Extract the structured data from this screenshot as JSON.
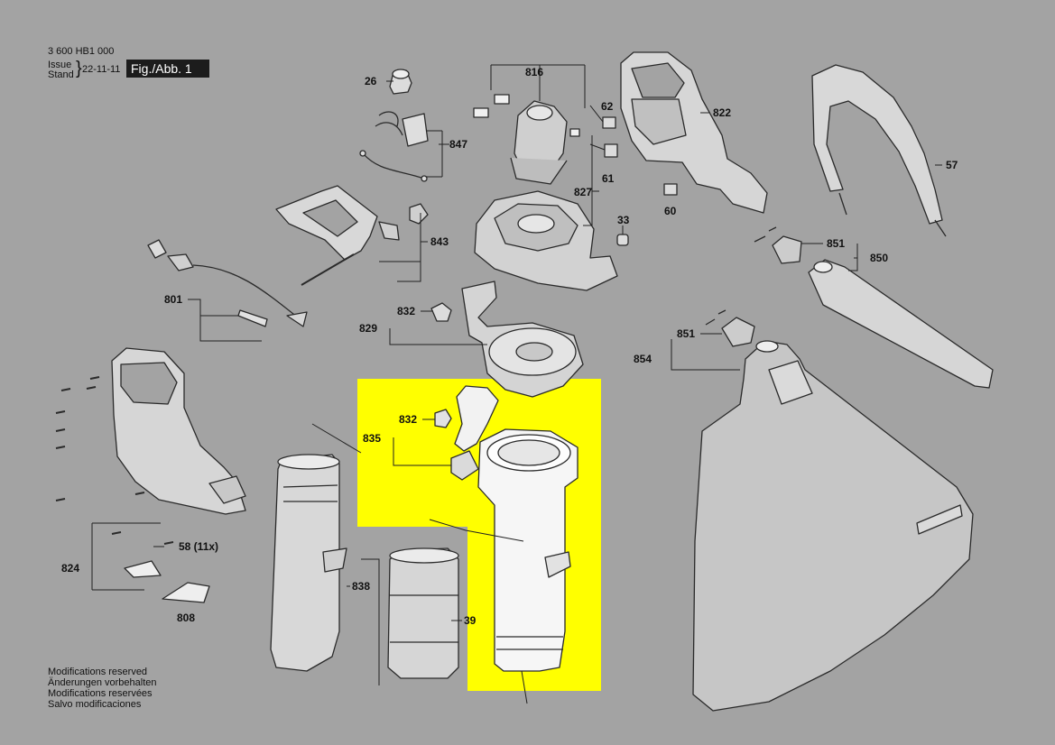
{
  "header": {
    "doc_number": "3 600 HB1 000",
    "issue_label": "Issue",
    "stand_label": "Stand",
    "date": "22-11-11",
    "figure": "Fig./Abb. 1"
  },
  "notes": [
    "Modifications reserved",
    "Änderungen vorbehalten",
    "Modifications reservées",
    "Salvo modificaciones"
  ],
  "highlight_color": "#ffff00",
  "labels": {
    "p816": "816",
    "p26": "26",
    "p847": "847",
    "p62": "62",
    "p61": "61",
    "p827": "827",
    "p822": "822",
    "p60": "60",
    "p57": "57",
    "p33": "33",
    "p843": "843",
    "p851a": "851",
    "p850": "850",
    "p801": "801",
    "p832a": "832",
    "p829": "829",
    "p851b": "851",
    "p854": "854",
    "p832b": "832",
    "p835": "835",
    "p58": "58 (11x)",
    "p824": "824",
    "p838": "838",
    "p39": "39",
    "p808": "808"
  }
}
